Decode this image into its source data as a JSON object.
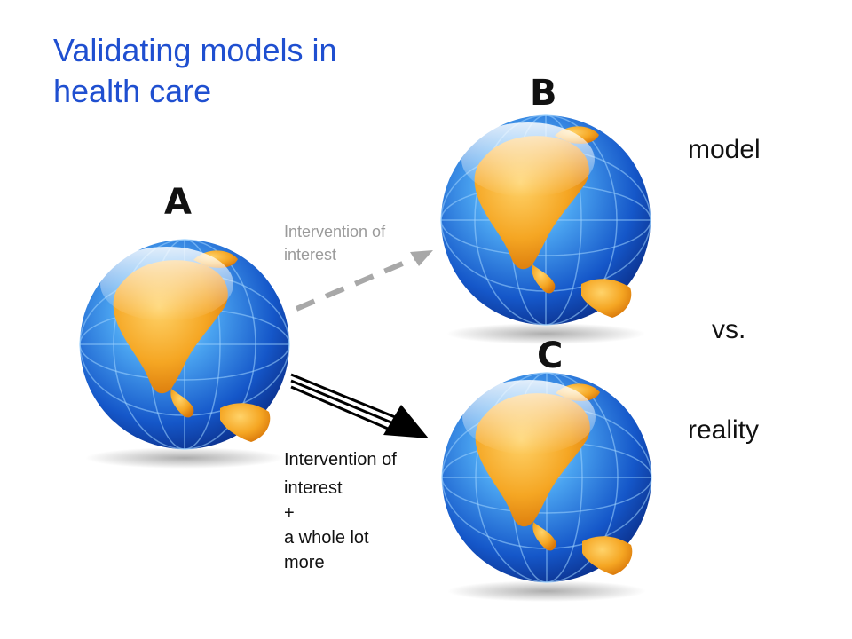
{
  "title": "Validating models in\nhealth care",
  "globes": {
    "a": {
      "letter": "A"
    },
    "b": {
      "letter": "B"
    },
    "c": {
      "letter": "C"
    }
  },
  "side_labels": {
    "model": "model",
    "vs": "vs.",
    "reality": "reality"
  },
  "arrows": {
    "dashed": {
      "label": "Intervention of\ninterest",
      "color": "#a8a8a8"
    },
    "solid": {
      "label_lines": [
        "Intervention of",
        "interest",
        "+",
        "a whole lot",
        "more"
      ],
      "color": "#000000"
    }
  },
  "colors": {
    "title": "#1f4fd0",
    "ocean": "#1e6fe0",
    "land": "#f5a623"
  }
}
